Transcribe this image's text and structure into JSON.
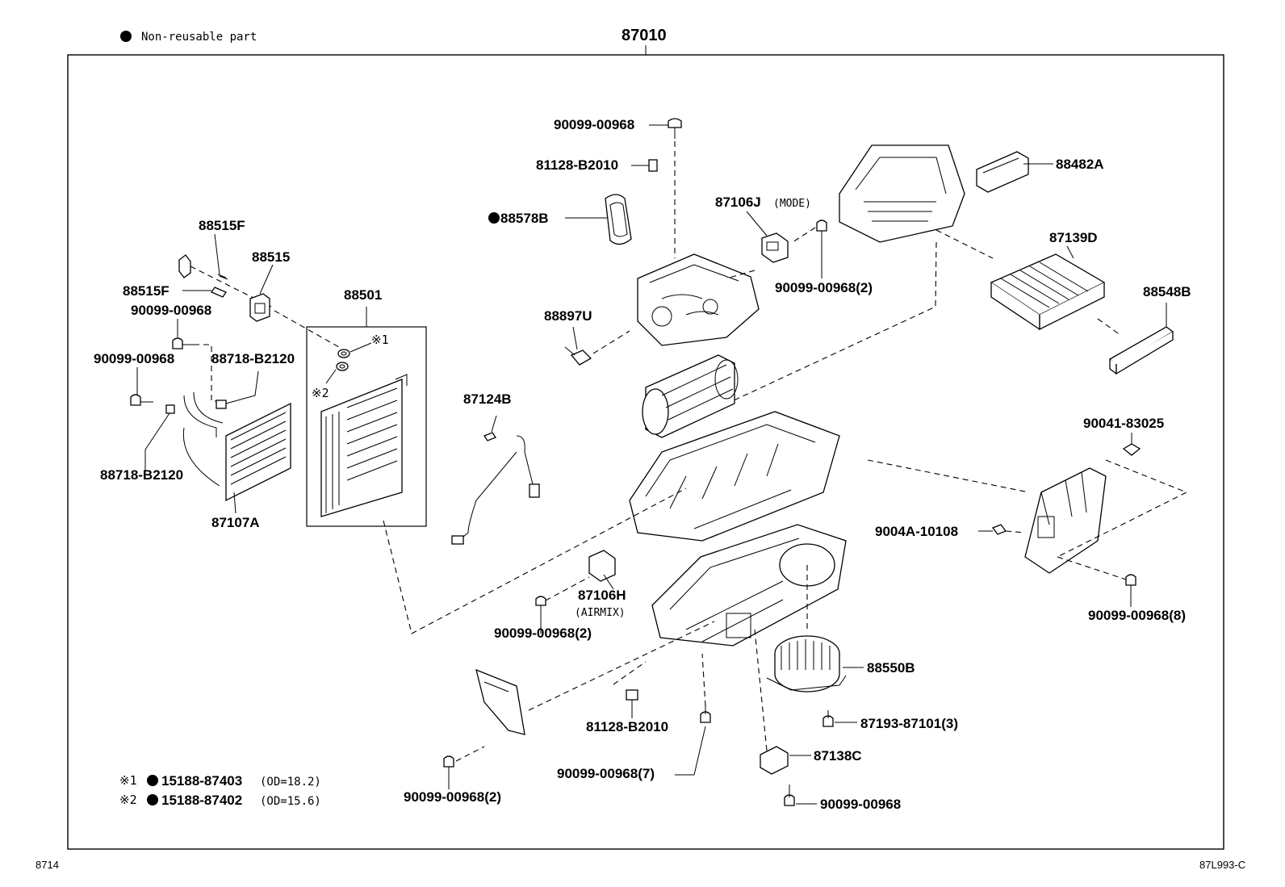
{
  "legend": {
    "symbol": "●",
    "text": "Non-reusable part"
  },
  "assembly": {
    "number": "87010"
  },
  "labels": {
    "screw_top": "90099-00968",
    "clip_top": "81128-B2010",
    "seal_88578b": "88578B",
    "mode_servo": "87106J",
    "mode_tag": "(MODE)",
    "screw_mode": "90099-00968(2)",
    "filter_cover_88482a": "88482A",
    "filter_87139d": "87139D",
    "cover_88548b": "88548B",
    "sensor_88897u": "88897U",
    "pipe_88515f_a": "88515F",
    "valve_88515": "88515",
    "pipe_88515f_b": "88515F",
    "screw_left_a": "90099-00968",
    "evap_88501": "88501",
    "ref1": "※1",
    "ref2": "※2",
    "screw_left_b": "90099-00968",
    "clamp_a": "88718-B2120",
    "clamp_b": "88718-B2120",
    "heater_core": "87107A",
    "harness_87124b": "87124B",
    "bracket_90041": "90041-83025",
    "clip_9004a": "9004A-10108",
    "screw_right_8": "90099-00968(8)",
    "airmix_servo": "87106H",
    "airmix_tag": "(AIRMIX)",
    "screw_airmix": "90099-00968(2)",
    "blower_88550b": "88550B",
    "screw_blower": "87193-87101(3)",
    "clip_bottom": "81128-B2010",
    "screw_bottom_7": "90099-00968(7)",
    "resistor_87138c": "87138C",
    "screw_resistor": "90099-00968",
    "screw_duct": "90099-00968(2)"
  },
  "notes": [
    {
      "ref": "※1",
      "symbol": "●",
      "part": "15188-87403",
      "spec": "(OD=18.2)"
    },
    {
      "ref": "※2",
      "symbol": "●",
      "part": "15188-87402",
      "spec": "(OD=15.6)"
    }
  ],
  "footer": {
    "left": "8714",
    "right": "87L993-C"
  }
}
